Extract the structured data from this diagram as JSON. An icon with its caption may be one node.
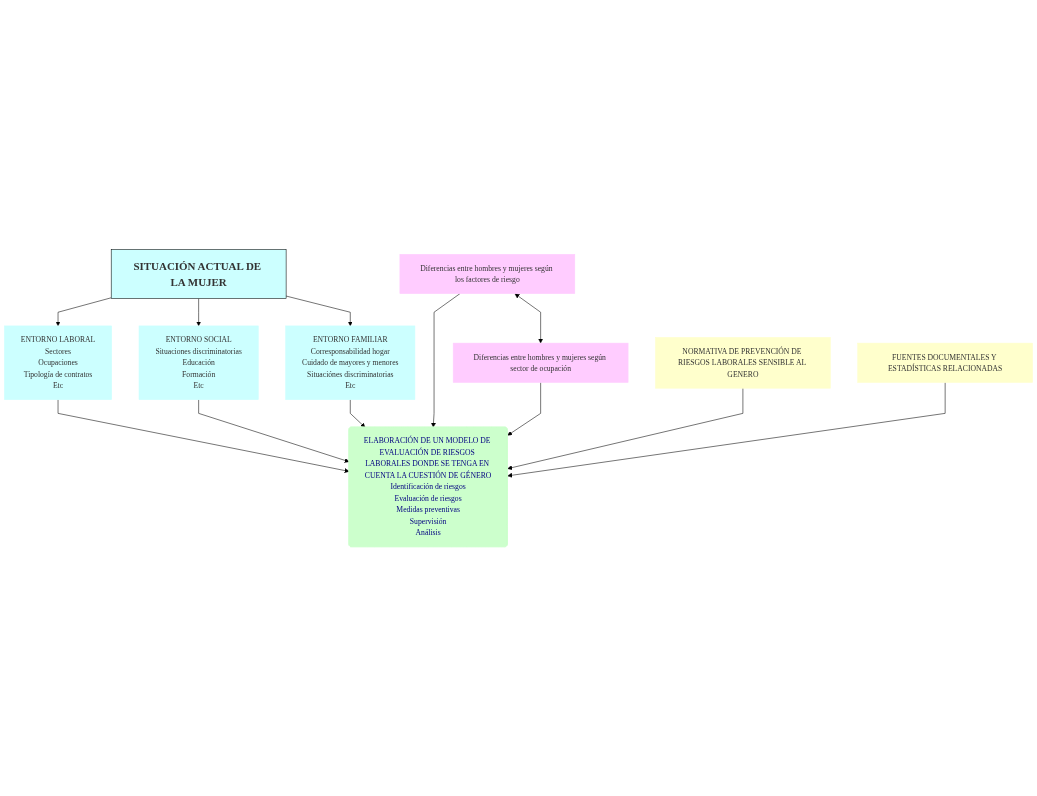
{
  "diagram": {
    "nodes": [
      {
        "text": [
          "SITUACIÓN ACTUAL DE LA MUJER"
        ]
      },
      {
        "text": [
          "ENTORNO LABORAL",
          "Sectores",
          "Ocupaciones",
          "Tipología de contratos",
          "Etc"
        ]
      },
      {
        "text": [
          "ENTORNO SOCIAL",
          "Situaciones discriminatorias",
          "Educación",
          "Formación",
          "Etc"
        ]
      },
      {
        "text": [
          "ENTORNO FAMILIAR",
          "Corresponsabilidad hogar",
          "Cuidado de mayores y menores",
          "Situaciónes discriminatorias",
          "Etc"
        ]
      },
      {
        "text": [
          "Diferencias entre hombres y mujeres según los factores de riesgo"
        ]
      },
      {
        "text": [
          "ELABORACIÓN DE UN MODELO DE EVALUACIÓN DE RIESGOS LABORALES DONDE SE TENGA EN CUENTA LA CUESTIÓN DE GÉNERO",
          "Identificación de riesgos",
          "Evaluación de riesgos",
          "Medidas preventivas",
          "Supervisión",
          "Análisis"
        ]
      },
      {
        "text": [
          "Diferencias entre hombres y mujeres según sector de ocupación"
        ]
      },
      {
        "text": [
          "NORMATIVA DE PREVENCIÓN DE RIESGOS LABORALES SENSIBLE AL GENERO"
        ]
      },
      {
        "text": [
          "FUENTES DOCUMENTALES Y ESTADÍSTICAS RELACIONADAS"
        ]
      }
    ],
    "edges": [
      {
        "from": 0,
        "to": 1,
        "arrow": "to"
      },
      {
        "from": 0,
        "to": 2,
        "arrow": "to"
      },
      {
        "from": 0,
        "to": 3,
        "arrow": "to"
      },
      {
        "from": 1,
        "to": 5,
        "arrow": "to"
      },
      {
        "from": 2,
        "to": 5,
        "arrow": "to"
      },
      {
        "from": 3,
        "to": 5,
        "arrow": "to"
      },
      {
        "from": 4,
        "to": 5,
        "arrow": "to"
      },
      {
        "from": 6,
        "to": 5,
        "arrow": "to"
      },
      {
        "from": 4,
        "to": 6,
        "arrow": "both"
      },
      {
        "from": 7,
        "to": 5,
        "arrow": "to"
      },
      {
        "from": 8,
        "to": 5,
        "arrow": "to"
      }
    ]
  }
}
